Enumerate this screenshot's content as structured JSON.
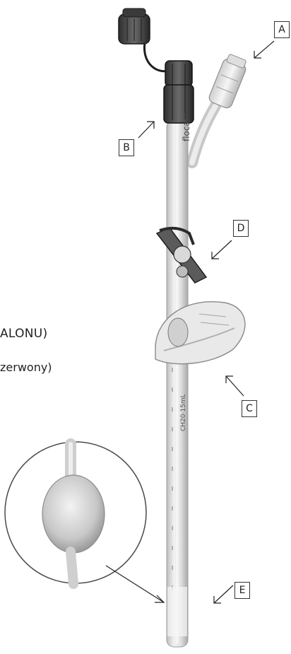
{
  "texts": {
    "line1": "ALONU)",
    "line2": "zerwony)"
  },
  "labels": {
    "a": "A",
    "b": "B",
    "c": "C",
    "d": "D",
    "e": "E"
  },
  "imprint": {
    "brand": "flocare",
    "size": "CH20·15mL"
  }
}
